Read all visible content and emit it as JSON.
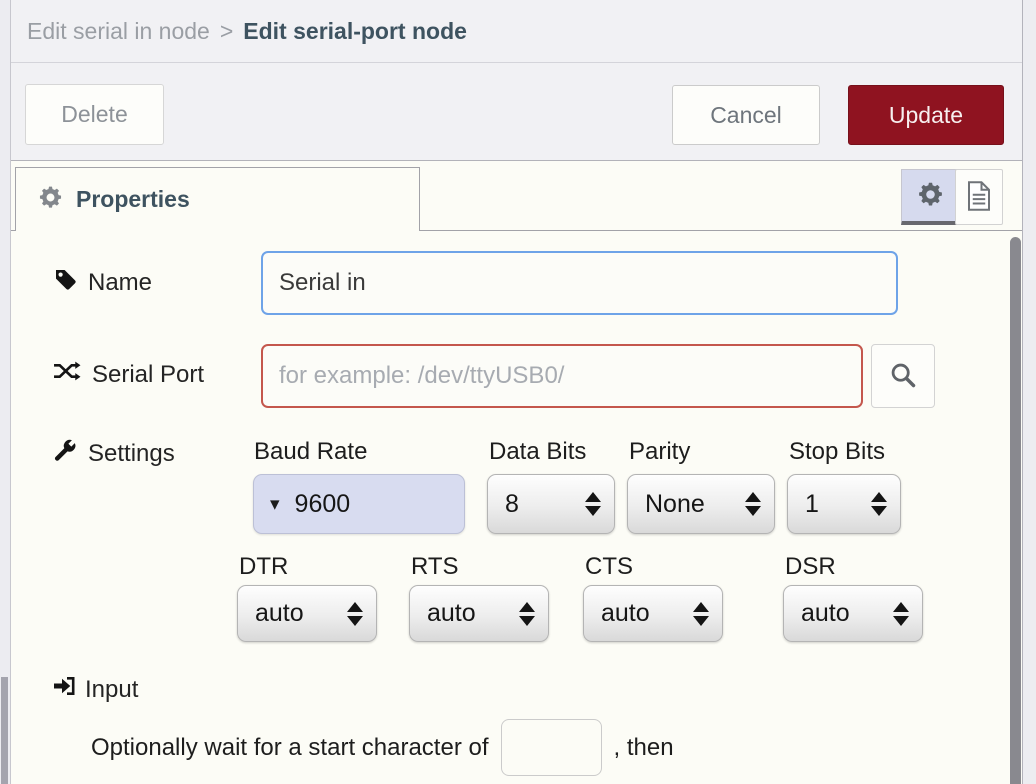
{
  "header": {
    "path_dim": "Edit serial in node",
    "separator": ">",
    "path_active": "Edit serial-port node"
  },
  "toolbar": {
    "delete_label": "Delete",
    "cancel_label": "Cancel",
    "update_label": "Update"
  },
  "tabs": {
    "properties_label": "Properties"
  },
  "form": {
    "name": {
      "label": "Name",
      "value": "Serial in"
    },
    "serial_port": {
      "label": "Serial Port",
      "placeholder": "for example: /dev/ttyUSB0/"
    },
    "settings": {
      "label": "Settings",
      "baud_rate": {
        "label": "Baud Rate",
        "value": "9600"
      },
      "data_bits": {
        "label": "Data Bits",
        "value": "8"
      },
      "parity": {
        "label": "Parity",
        "value": "None"
      },
      "stop_bits": {
        "label": "Stop Bits",
        "value": "1"
      },
      "dtr": {
        "label": "DTR",
        "value": "auto"
      },
      "rts": {
        "label": "RTS",
        "value": "auto"
      },
      "cts": {
        "label": "CTS",
        "value": "auto"
      },
      "dsr": {
        "label": "DSR",
        "value": "auto"
      }
    },
    "input_section": {
      "label": "Input",
      "wait_before": "Optionally wait for a start character of",
      "start_char_value": "",
      "wait_after": ", then"
    }
  },
  "icons": {
    "baud_caret": "▾",
    "tab_icon": "gear-icon",
    "name_icon": "tag-icon",
    "serial_icon": "random-shuffle-icon",
    "settings_icon": "wrench-icon",
    "input_icon": "sign-in-icon",
    "search_icon": "search-icon",
    "doc_icon": "file-document-icon"
  },
  "colors": {
    "update_button_red": "#8f1320",
    "focus_border_blue": "#6ea3e8",
    "error_border_red": "#c4574d",
    "baud_select_bg": "#d8dcf0",
    "breadcrumb_active": "#3e5360"
  }
}
